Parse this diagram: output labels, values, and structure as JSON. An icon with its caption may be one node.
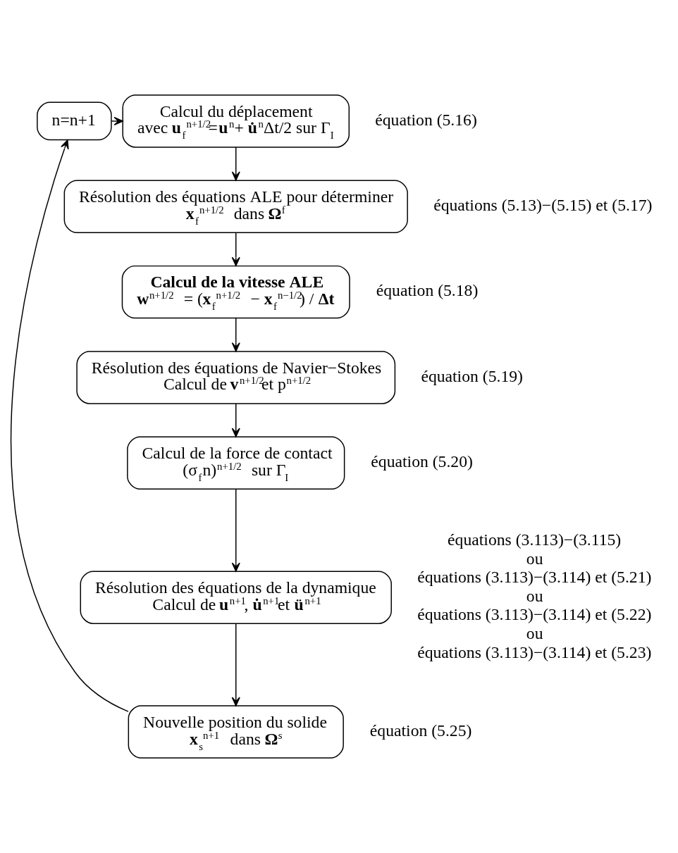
{
  "diagram": {
    "nodes": [
      {
        "text": [
          "n=n+1"
        ]
      },
      {
        "text": [
          "Calcul du déplacement",
          "avec **u**$_{f}$$^{n+1/2}$=**u**$^{n}$+ **u̇**$^{n}$Δt/2 sur Γ$_{I}$"
        ],
        "beside": [
          "équation (5.16)"
        ]
      },
      {
        "text": [
          "Résolution des équations ALE pour déterminer",
          "**x**$_{f}$$^{n+1/2}$ dans **Ω**$^{f}$"
        ],
        "beside": [
          "équations (5.13)−(5.15) et (5.17)"
        ]
      },
      {
        "text": [
          "**Calcul de la vitesse ALE**",
          "**w**$^{n+1/2}$ = (**x**$_{f}$$^{n+1/2}$ − **x**$_{f}$$^{n−1/2}$) / **Δt**"
        ],
        "beside": [
          "équation (5.18)"
        ]
      },
      {
        "text": [
          "Résolution des équations de Navier−Stokes",
          "Calcul de **v**$^{n+1/2}$et p$^{n+1/2}$"
        ],
        "beside": [
          "équation (5.19)"
        ]
      },
      {
        "text": [
          "Calcul de la force de contact",
          "(σ$_{f}$n)$^{n+1/2}$ sur Γ$_{I}$"
        ],
        "beside": [
          "équation (5.20)"
        ]
      },
      {
        "text": [
          "Résolution des équations de la dynamique",
          "Calcul de **u**$^{n+1}$, **u̇**$^{n+1}$et **ü**$^{n+1}$"
        ],
        "beside": [
          "équations (3.113)−(3.115)",
          "ou",
          "équations (3.113)−(3.114) et (5.21)",
          "ou",
          "équations (3.113)−(3.114) et (5.22)",
          "ou",
          "équations (3.113)−(3.114) et (5.23)"
        ]
      },
      {
        "text": [
          "Nouvelle position du solide",
          "**x**$_{s}$$^{n+1}$ dans **Ω**$^{s}$"
        ],
        "beside": [
          "équation (5.25)"
        ]
      }
    ],
    "edges": [
      {
        "from": 1,
        "to": 2,
        "arrow": "to"
      },
      {
        "from": 2,
        "to": 3,
        "arrow": "to"
      },
      {
        "from": 3,
        "to": 4,
        "arrow": "to"
      },
      {
        "from": 4,
        "to": 5,
        "arrow": "to"
      },
      {
        "from": 5,
        "to": 6,
        "arrow": "to"
      },
      {
        "from": 6,
        "to": 7,
        "arrow": "to"
      },
      {
        "from": 7,
        "to": 0,
        "arrow": "to"
      },
      {
        "from": 0,
        "to": 1,
        "arrow": "to"
      }
    ]
  }
}
